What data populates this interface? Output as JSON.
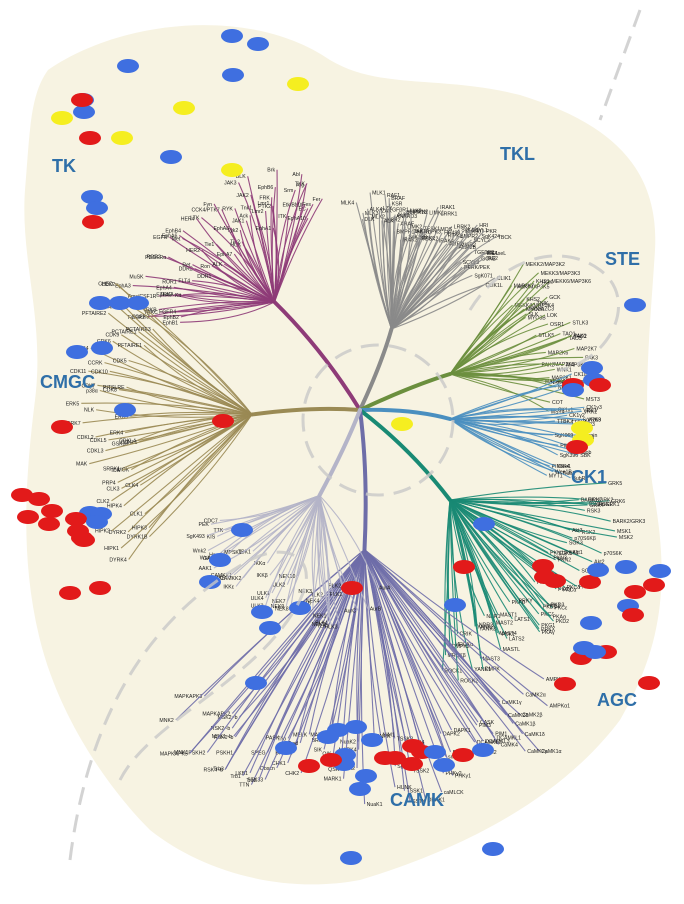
{
  "groups": {
    "tk": {
      "label": "TK",
      "color": "#8e3b78"
    },
    "tkl": {
      "label": "TKL",
      "color": "#8a8a8a"
    },
    "ste": {
      "label": "STE",
      "color": "#6b8f3e"
    },
    "cmgc": {
      "label": "CMGC",
      "color": "#9a8a54"
    },
    "ck1": {
      "label": "CK1",
      "color": "#4a8fc0"
    },
    "agc": {
      "label": "AGC",
      "color": "#198a74"
    },
    "camk": {
      "label": "CAMK",
      "color": "#6e6da8"
    },
    "other": {
      "color": "#b4b4c8"
    }
  },
  "marker_colors": {
    "blue": "#3f6fe0",
    "red": "#e21a1a",
    "yellow": "#f5ee20"
  },
  "labels": {
    "tk": [
      "FGFR2",
      "FGFR3",
      "TRKC",
      "EphB2",
      "FGFR4",
      "EphB1",
      "TRKB",
      "Fms/CSF1R",
      "EphA3",
      "TRKA",
      "EphA5",
      "MuSK",
      "ROR1",
      "Kit",
      "EphA4",
      "DDR2",
      "ROR2",
      "FLT4",
      "PDGFRα",
      "EphA6",
      "DDR1",
      "Ret",
      "EGFR",
      "HER2",
      "EphB4",
      "Met",
      "Ron",
      "HER4",
      "ALK",
      "LTK",
      "EphA7",
      "Tie1",
      "Tie2",
      "HCK",
      "EphA8",
      "CCK4/PTK7",
      "RYK",
      "Fyn",
      "Tyk2",
      "JAK1",
      "Ack",
      "Tnk1",
      "JAK3",
      "JAK2",
      "BLK",
      "EphA1",
      "PTK2",
      "Lmr1",
      "Lmr2",
      "ITK",
      "FRK",
      "Srm",
      "EphB6",
      "Brk",
      "TEC",
      "TXK",
      "Etk/BMX",
      "EphA10",
      "Arg",
      "Fes",
      "Abl",
      "Fer"
    ],
    "tkl": [
      "MLK3",
      "MLK1",
      "MLK2",
      "MLK4",
      "DLK",
      "LZK",
      "ALK4",
      "TGFβR1",
      "ZAK",
      "KSR",
      "KSR2",
      "RAF1",
      "BRAF",
      "ARAF",
      "ALK7",
      "BMPR1B",
      "BMPR1A",
      "ALK1",
      "ALK2",
      "ANKRD3",
      "SgK288",
      "RIPK2",
      "IRAK3",
      "LIMK1",
      "LIMK2",
      "TESK1",
      "TESK2",
      "TAK1",
      "MLKL",
      "IRAK1",
      "IRAK2",
      "RIPK3",
      "LRRK1",
      "LRRK2",
      "IRAK4",
      "RIPK1",
      "MOS",
      "SgK496",
      "HH498",
      "ActR2",
      "ActR2B",
      "BMPR2",
      "SgK307",
      "SgK424",
      "MISR2",
      "TGFβR2",
      "SCYL1",
      "SCYL2",
      "SCYL3",
      "HRI",
      "PKR",
      "GCN2",
      "PERK/PEK",
      "SgK071",
      "TBCK",
      "IRE1",
      "IRE2",
      "RNAseL",
      "CLIK1",
      "CLIK1L"
    ],
    "ste": [
      "MEKK2/MAP3K2",
      "MEKK3/MAP3K3",
      "ASK/MAP3K5",
      "MAP3K7",
      "MEKK4/MAP3K4",
      "MEKK6/MAP3K6",
      "KHS1",
      "KHS2",
      "GCK",
      "HGK",
      "TNIK",
      "MINK/ZC3",
      "MYO3A",
      "MYO3B",
      "SLK",
      "LOK",
      "STLK3",
      "STLK5",
      "OSR1",
      "TAO1",
      "TAO2",
      "TAO3",
      "PAK1",
      "PAK2",
      "PAK3",
      "MAP2K3",
      "MAP2K6",
      "MAP2K7",
      "MAP3K8",
      "MAP3K1",
      "MAP4K4",
      "WNK1",
      "WNK3",
      "NRBP1",
      "NRBP2",
      "YSK1",
      "MST3",
      "MST4",
      "COT"
    ],
    "cmgc": [
      "DYRK4",
      "DYRK1B",
      "DYRK2",
      "HIPK1",
      "HIPK2",
      "HIPK3",
      "HIPK4",
      "CLK1",
      "CLK2",
      "CLK3",
      "CLK4",
      "PRP4",
      "SRPK1",
      "MOK",
      "ICK",
      "MAK",
      "GSK3α",
      "CDKL1",
      "CDKL2",
      "CDKL3",
      "CDKL4",
      "CDKL5",
      "ERK4",
      "ERK3",
      "ERK7",
      "NLK",
      "ERK5",
      "p38α",
      "CDK7",
      "PITSLRE",
      "CDK8",
      "CDK11",
      "CDK10",
      "CCRK",
      "CDK4",
      "CDK6",
      "CDK5",
      "CDK9",
      "PFTAIRE1",
      "PFTAIRE2",
      "PCTAIRE1",
      "PCTAIRE2",
      "PCTAIRE3",
      "CDK3",
      "CDK2",
      "CRK7",
      "CHED"
    ],
    "ck1": [
      "CK1α",
      "CK1α2",
      "CK1δ",
      "CK1ε",
      "CK1γ1",
      "CK1γ2",
      "CK1γ3",
      "TTBK1",
      "TTBK2",
      "VRK1",
      "VRK2",
      "VRK3",
      "Haspin",
      "SgK269",
      "SgK223",
      "SgK110",
      "SgK069",
      "SBK",
      "SgK493",
      "SgK396",
      "PINK1",
      "Slob",
      "PIK3R4",
      "Bub1",
      "BubR1",
      "Wee1",
      "Wee1B",
      "MYT1"
    ],
    "agc": [
      "GRK5",
      "GRK4",
      "GRK6",
      "GRK7",
      "BARK1/GRK2",
      "BARK2/GRK3",
      "RHOK/GRK1",
      "RSK1",
      "RSK2",
      "RSK3",
      "MSK1",
      "MSK2",
      "p70S6K",
      "p70S6Kβ",
      "Akt1",
      "Akt2",
      "Akt3",
      "SGK1",
      "SGK2",
      "SGK3",
      "PKN1/PRK1",
      "PKN2",
      "PKN3",
      "PKCα",
      "PKCβ",
      "PKCγ",
      "PKCδ",
      "PKCθ",
      "PKCη",
      "PKCε",
      "PKCι",
      "PKCζ",
      "PKD1",
      "PKD2",
      "PKD3",
      "PKG1",
      "PKG2",
      "PKAα",
      "PKAβ",
      "PKAγ",
      "PRKX",
      "PRKY",
      "PDK1",
      "LATS1",
      "LATS2",
      "NDR1",
      "NDR2",
      "MAST1",
      "MAST2",
      "MAST3",
      "MAST4",
      "MASTL",
      "YANK1",
      "YANK2",
      "YANK3",
      "CRIK",
      "DMPK",
      "DMPK2",
      "MRCKα",
      "MRCKβ",
      "ROCK1",
      "ROCK2"
    ],
    "camk": [
      "AMPKα1",
      "AMPKα2",
      "CaMK1α",
      "CaMK1β",
      "CaMK1γ",
      "CaMK1δ",
      "CaMK2α",
      "CaMK2β",
      "CaMK2γ",
      "CaMK2δ",
      "CaMK4",
      "CASK",
      "DCAMKL1",
      "DCAMKL2",
      "DCAMKL3",
      "PIM1",
      "PIM2",
      "PIM3",
      "PHKγ1",
      "PHKγ2",
      "DAPK1",
      "DAPK2",
      "DAPK3",
      "DRAK1",
      "DRAK2",
      "smMLCK",
      "skMLCK",
      "caMLCK",
      "SgK085",
      "TSSK1",
      "TSSK2",
      "TSSK3",
      "TSSK4",
      "SSTK",
      "NIM1",
      "SNRK",
      "HUNK",
      "NuaK1",
      "NuaK2",
      "MARK1",
      "MARK2",
      "MARK3",
      "MARK4",
      "QIK",
      "QSK",
      "SIK",
      "MELK",
      "BRSK1",
      "BRSK2",
      "CHK1",
      "CHK2",
      "Trio",
      "Trad",
      "Obscn",
      "SPEG",
      "TTN",
      "STK33",
      "LKB1",
      "PASK",
      "Trb1",
      "Trb2",
      "Trb3",
      "RSK1~b",
      "RSK2~b",
      "MSK1~b",
      "MSK2~b",
      "RSK4~b",
      "PSKH1",
      "PSKH2",
      "MAPKAPK2",
      "MAPKAPK3",
      "MAPKAPK5",
      "MNK1",
      "MNK2"
    ],
    "other": [
      "AurA",
      "AurB",
      "AurC",
      "PLK1",
      "PLK2",
      "PLK3",
      "PLK4",
      "TLK1",
      "TLK2",
      "NEK1",
      "NEK2",
      "NEK3",
      "NEK4",
      "NEK5",
      "NEK6",
      "NEK7",
      "NEK8",
      "NEK9",
      "NEK10",
      "NEK11",
      "ULK1",
      "ULK2",
      "ULK3",
      "ULK4",
      "IKKα",
      "IKKβ",
      "IKKε",
      "TBK1",
      "CAMKK1",
      "CAMKK2",
      "BIKE",
      "AAK1",
      "GAK",
      "MPSK1",
      "Haspin",
      "Wnk2",
      "Wnk4",
      "TTK",
      "KIS",
      "CDC7",
      "SgK493",
      "PEK"
    ]
  }
}
